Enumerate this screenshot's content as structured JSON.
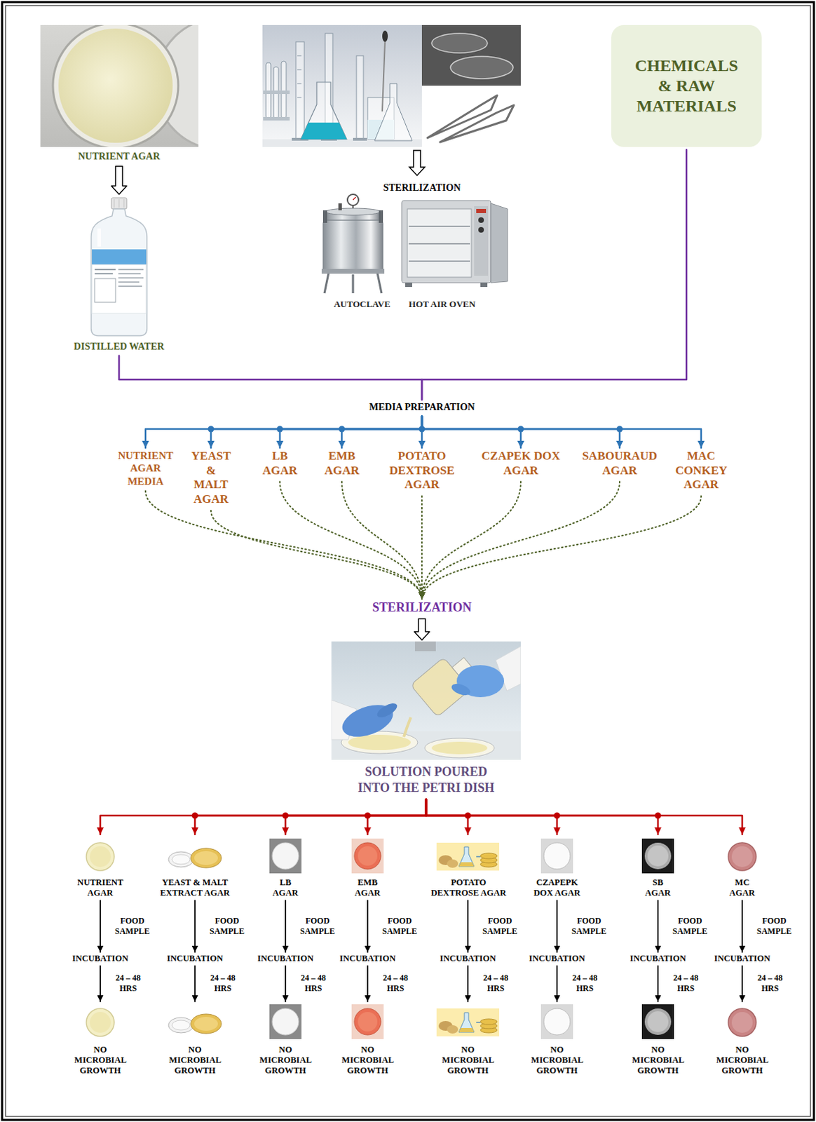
{
  "diagram": {
    "nodes": [
      {
        "text": [
          "NUTRIENT AGAR"
        ]
      },
      {
        "text": [
          "STERILIZATION",
          "AUTOCLAVE",
          "HOT AIR OVEN"
        ]
      },
      {
        "text": [
          "CHEMICALS & RAW MATERIALS"
        ]
      },
      {
        "text": [
          "DISTILLED WATER"
        ]
      },
      {
        "text": [
          "MEDIA PREPARATION"
        ]
      },
      {
        "text": [
          "NUTRIENT AGAR MEDIA"
        ]
      },
      {
        "text": [
          "YEAST & MALT AGAR"
        ]
      },
      {
        "text": [
          "LB AGAR"
        ]
      },
      {
        "text": [
          "EMB AGAR"
        ]
      },
      {
        "text": [
          "POTATO DEXTROSE AGAR"
        ]
      },
      {
        "text": [
          "CZAPEK DOX AGAR"
        ]
      },
      {
        "text": [
          "SABOURAUD AGAR"
        ]
      },
      {
        "text": [
          "MAC CONKEY AGAR"
        ]
      },
      {
        "text": [
          "STERILIZATION"
        ]
      },
      {
        "text": [
          "SOLUTION POURED INTO THE PETRI DISH"
        ]
      },
      {
        "text": [
          "NUTRIENT AGAR"
        ]
      },
      {
        "text": [
          "YEAST & MALT EXTRACT AGAR"
        ]
      },
      {
        "text": [
          "LB AGAR"
        ]
      },
      {
        "text": [
          "EMB AGAR"
        ]
      },
      {
        "text": [
          "POTATO DEXTROSE AGAR"
        ]
      },
      {
        "text": [
          "CZAPEPK DOX AGAR"
        ]
      },
      {
        "text": [
          "SB AGAR"
        ]
      },
      {
        "text": [
          "MC AGAR"
        ]
      },
      {
        "text": [
          "INCUBATION"
        ]
      },
      {
        "text": [
          "INCUBATION"
        ]
      },
      {
        "text": [
          "INCUBATION"
        ]
      },
      {
        "text": [
          "INCUBATION"
        ]
      },
      {
        "text": [
          "INCUBATION"
        ]
      },
      {
        "text": [
          "INCUBATION"
        ]
      },
      {
        "text": [
          "INCUBATION"
        ]
      },
      {
        "text": [
          "INCUBATION"
        ]
      },
      {
        "text": [
          "NO MICROBIAL GROWTH"
        ]
      },
      {
        "text": [
          "NO MICROBIAL GROWTH"
        ]
      },
      {
        "text": [
          "NO MICROBIAL GROWTH"
        ]
      },
      {
        "text": [
          "NO MICROBIAL GROWTH"
        ]
      },
      {
        "text": [
          "NO MICROBIAL GROWTH"
        ]
      },
      {
        "text": [
          "NO MICROBIAL GROWTH"
        ]
      },
      {
        "text": [
          "NO MICROBIAL GROWTH"
        ]
      },
      {
        "text": [
          "NO MICROBIAL GROWTH"
        ]
      }
    ],
    "edges": [
      {
        "from": 0,
        "to": 3,
        "arrow": "to"
      },
      {
        "from": 3,
        "to": 4,
        "arrow": "none"
      },
      {
        "from": 2,
        "to": 4,
        "arrow": "none"
      },
      {
        "from": 4,
        "to": 5,
        "arrow": "to"
      },
      {
        "from": 4,
        "to": 6,
        "arrow": "to"
      },
      {
        "from": 4,
        "to": 7,
        "arrow": "to"
      },
      {
        "from": 4,
        "to": 8,
        "arrow": "to"
      },
      {
        "from": 4,
        "to": 9,
        "arrow": "to"
      },
      {
        "from": 4,
        "to": 10,
        "arrow": "to"
      },
      {
        "from": 4,
        "to": 11,
        "arrow": "to"
      },
      {
        "from": 4,
        "to": 12,
        "arrow": "to"
      },
      {
        "from": 5,
        "to": 13,
        "arrow": "to"
      },
      {
        "from": 6,
        "to": 13,
        "arrow": "to"
      },
      {
        "from": 7,
        "to": 13,
        "arrow": "to"
      },
      {
        "from": 8,
        "to": 13,
        "arrow": "to"
      },
      {
        "from": 9,
        "to": 13,
        "arrow": "to"
      },
      {
        "from": 10,
        "to": 13,
        "arrow": "to"
      },
      {
        "from": 11,
        "to": 13,
        "arrow": "to"
      },
      {
        "from": 12,
        "to": 13,
        "arrow": "to"
      },
      {
        "from": 13,
        "to": 14,
        "arrow": "to"
      },
      {
        "from": 14,
        "to": 15,
        "arrow": "to"
      },
      {
        "from": 14,
        "to": 16,
        "arrow": "to"
      },
      {
        "from": 14,
        "to": 17,
        "arrow": "to"
      },
      {
        "from": 14,
        "to": 18,
        "arrow": "to"
      },
      {
        "from": 14,
        "to": 19,
        "arrow": "to"
      },
      {
        "from": 14,
        "to": 20,
        "arrow": "to"
      },
      {
        "from": 14,
        "to": 21,
        "arrow": "to"
      },
      {
        "from": 14,
        "to": 22,
        "arrow": "to"
      },
      {
        "from": 15,
        "to": 23,
        "label": "FOOD SAMPLE",
        "arrow": "to"
      },
      {
        "from": 16,
        "to": 24,
        "label": "FOOD SAMPLE",
        "arrow": "to"
      },
      {
        "from": 17,
        "to": 25,
        "label": "FOOD SAMPLE",
        "arrow": "to"
      },
      {
        "from": 18,
        "to": 26,
        "label": "FOOD SAMPLE",
        "arrow": "to"
      },
      {
        "from": 19,
        "to": 27,
        "label": "FOOD SAMPLE",
        "arrow": "to"
      },
      {
        "from": 20,
        "to": 28,
        "label": "FOOD SAMPLE",
        "arrow": "to"
      },
      {
        "from": 21,
        "to": 29,
        "label": "FOOD SAMPLE",
        "arrow": "to"
      },
      {
        "from": 22,
        "to": 30,
        "label": "FOOD SAMPLE",
        "arrow": "to"
      },
      {
        "from": 23,
        "to": 31,
        "label": "24 – 48 HRS",
        "arrow": "to"
      },
      {
        "from": 24,
        "to": 32,
        "label": "24 – 48 HRS",
        "arrow": "to"
      },
      {
        "from": 25,
        "to": 33,
        "label": "24 – 48 HRS",
        "arrow": "to"
      },
      {
        "from": 26,
        "to": 34,
        "label": "24 – 48 HRS",
        "arrow": "to"
      },
      {
        "from": 27,
        "to": 35,
        "label": "24 – 48 HRS",
        "arrow": "to"
      },
      {
        "from": 28,
        "to": 36,
        "label": "24 – 48 HRS",
        "arrow": "to"
      },
      {
        "from": 29,
        "to": 37,
        "label": "24 – 48 HRS",
        "arrow": "to"
      },
      {
        "from": 30,
        "to": 38,
        "label": "24 – 48 HRS",
        "arrow": "to"
      }
    ]
  }
}
